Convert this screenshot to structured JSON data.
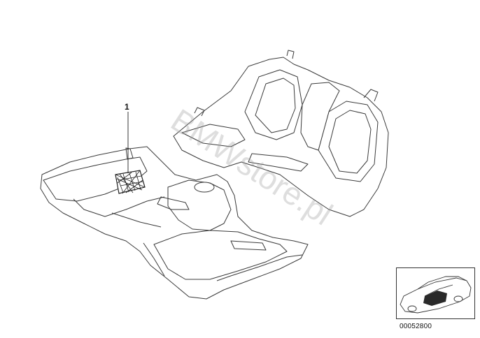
{
  "callouts": [
    {
      "number": "1",
      "part": "floor-mat-net"
    }
  ],
  "diagram_number": "00052800",
  "watermark": "BMWstore.pl",
  "colors": {
    "line": "#3a3a3a",
    "fill": "#ffffff",
    "thumbnail_highlight": "#2a2a2a"
  }
}
